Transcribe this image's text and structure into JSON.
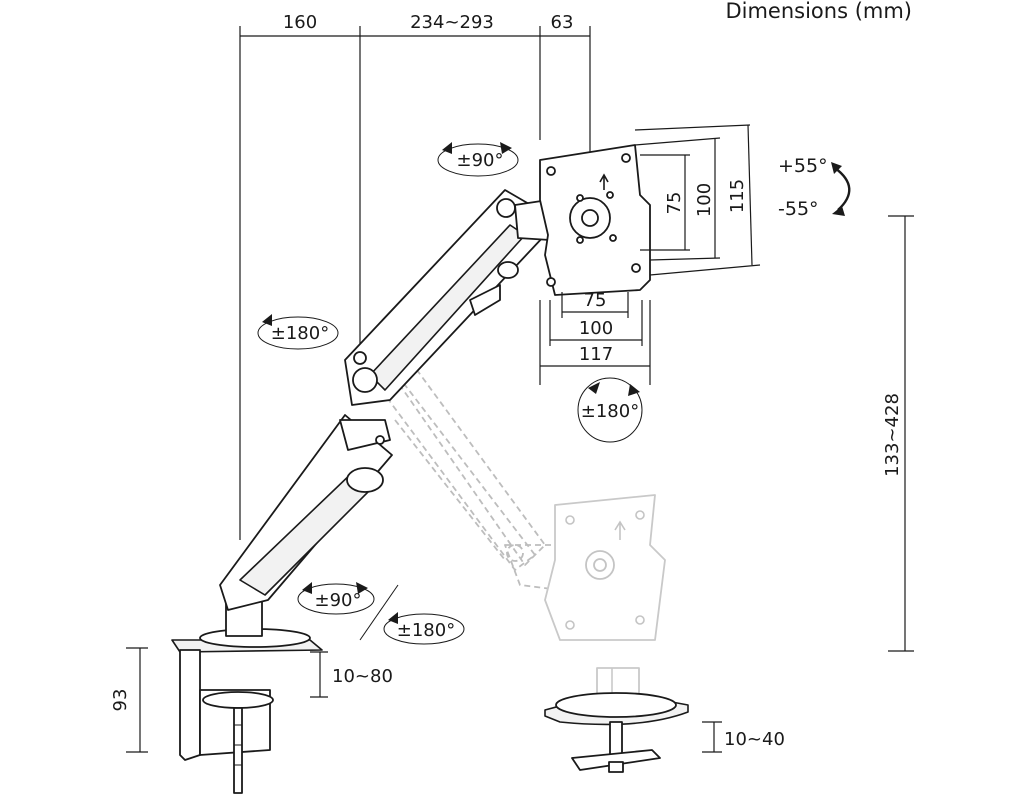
{
  "header": {
    "title": "Dimensions (mm)"
  },
  "dimensions": {
    "top_a": "160",
    "top_b": "234~293",
    "top_c": "63",
    "vesa_h_75": "75",
    "vesa_h_100": "100",
    "vesa_h_117": "117",
    "vesa_v_75": "75",
    "vesa_v_100": "100",
    "vesa_v_115": "115",
    "height_range": "133~428",
    "clamp_height": "93",
    "clamp_range": "10~80",
    "grommet_range": "10~40"
  },
  "rotations": {
    "tilt_up": "+55°",
    "tilt_down": "-55°",
    "head_swivel": "±90°",
    "mid_swivel": "±180°",
    "panel_rotate": "±180°",
    "base_swivel": "±90°",
    "base_rotate": "±180°"
  },
  "colors": {
    "line": "#1a1a1a",
    "ghost": "#c4c4c4",
    "background": "#ffffff"
  }
}
